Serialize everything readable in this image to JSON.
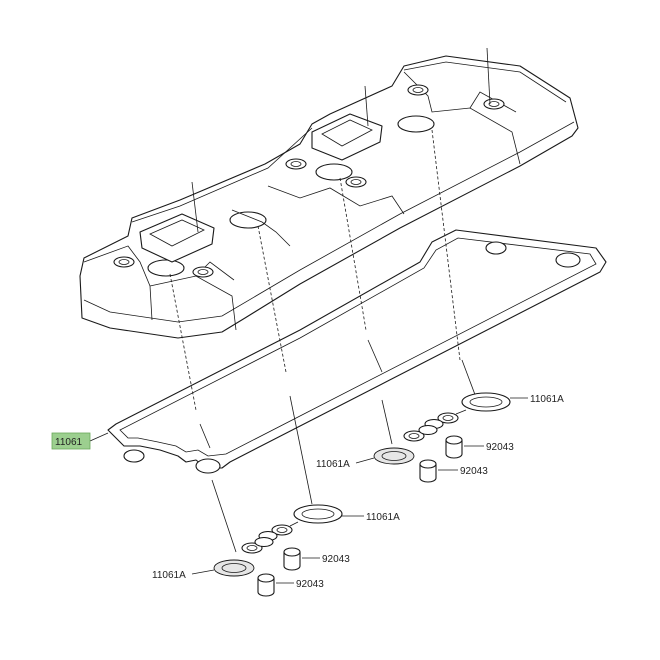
{
  "callouts": {
    "gasket_main": "11061",
    "gasket_a_1": "11061A",
    "gasket_a_2": "11061A",
    "gasket_a_3": "11061A",
    "gasket_a_4": "11061A",
    "collar_1": "92043",
    "collar_2": "92043",
    "collar_3": "92043",
    "collar_4": "92043"
  },
  "colors": {
    "highlight": "#9ccf8f",
    "line": "#1a1a1a",
    "background": "#ffffff"
  }
}
